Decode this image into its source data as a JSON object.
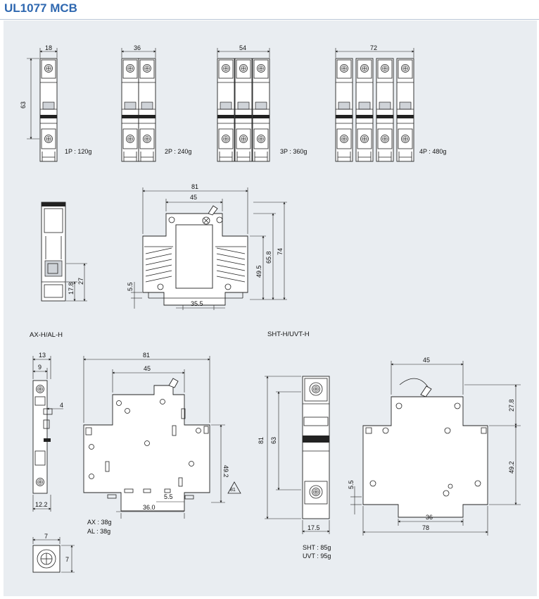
{
  "page": {
    "title": "UL1077 MCB"
  },
  "front_views": [
    {
      "id": "1p",
      "poles": 1,
      "width_dim": "18",
      "height_dim": "63",
      "weight": "1P : 120g"
    },
    {
      "id": "2p",
      "poles": 2,
      "width_dim": "36",
      "weight": "2P : 240g"
    },
    {
      "id": "3p",
      "poles": 3,
      "width_dim": "54",
      "weight": "3P : 360g"
    },
    {
      "id": "4p",
      "poles": 4,
      "width_dim": "72",
      "weight": "4P : 480g"
    }
  ],
  "side_view_mcb": {
    "dims": [
      "27",
      "17.8"
    ]
  },
  "profile_mcb": {
    "dims": [
      "81",
      "45",
      "74",
      "65.8",
      "49.5",
      "5.5",
      "35.5"
    ]
  },
  "aux": {
    "label": "AX-H/AL-H",
    "front_dims": [
      "13",
      "9",
      "4",
      "12.2"
    ],
    "profile_dims": [
      "81",
      "45",
      "49.2",
      "5.5",
      "36.0"
    ],
    "flag": "81",
    "weights": [
      "AX : 38g",
      "AL : 38g"
    ],
    "small_dims": [
      "7",
      "7"
    ]
  },
  "shunt": {
    "label": "SHT-H/UVT-H",
    "front_dims": [
      "81",
      "63",
      "17.5"
    ],
    "weights": [
      "SHT : 85g",
      "UVT : 95g"
    ],
    "profile_dims": [
      "45",
      "27.8",
      "49.2",
      "5.5",
      "36",
      "78"
    ]
  }
}
